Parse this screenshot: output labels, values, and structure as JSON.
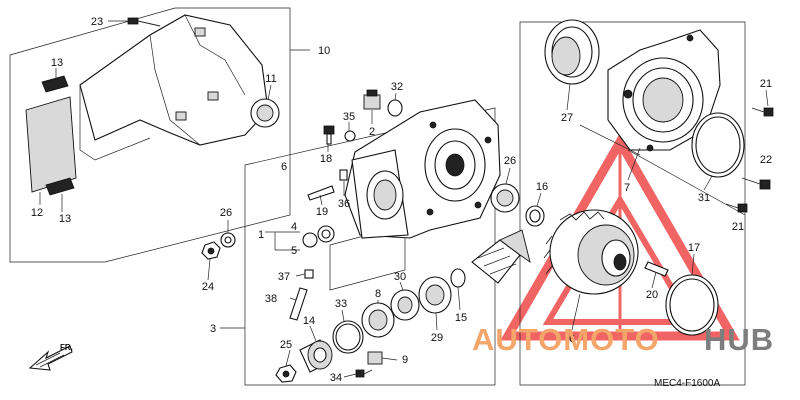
{
  "diagram": {
    "code": "MEC4-F1600A",
    "direction_label": "FR.",
    "callouts": [
      "23",
      "10",
      "13",
      "11",
      "12",
      "13",
      "32",
      "35",
      "2",
      "18",
      "6",
      "26",
      "16",
      "19",
      "36",
      "27",
      "21",
      "22",
      "7",
      "31",
      "21",
      "26",
      "1",
      "4",
      "5",
      "24",
      "37",
      "30",
      "17",
      "38",
      "33",
      "8",
      "15",
      "29",
      "20",
      "3",
      "14",
      "6",
      "25",
      "9",
      "34"
    ]
  },
  "watermark": {
    "part1": "AUTOMOTO",
    "part2": "HUB",
    "color1": "#f4a56a",
    "color2": "#7d7d7d",
    "triangle_color": "#ef4a4a"
  }
}
